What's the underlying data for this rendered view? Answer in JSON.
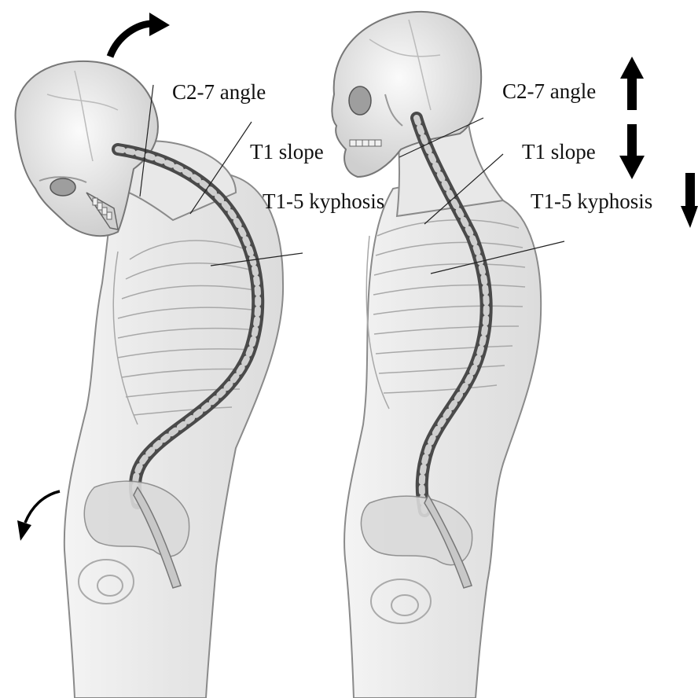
{
  "left_figure": {
    "labels": {
      "c2_7": "C2-7 angle",
      "t1_slope": "T1 slope",
      "t1_5": "T1-5 kyphosis"
    }
  },
  "right_figure": {
    "labels": {
      "c2_7": "C2-7 angle",
      "t1_slope": "T1 slope",
      "t1_5": "T1-5 kyphosis"
    }
  },
  "indicators": {
    "c2_7": "up-arrow-icon",
    "t1_slope": "down-arrow-icon",
    "t1_5": "down-arrow-icon"
  },
  "colors": {
    "body_fill": "#ececec",
    "body_stroke": "#7a7a7a",
    "bone_fill": "#d9d9d9",
    "bone_dark": "#4a4a4a",
    "line": "#222222",
    "text": "#111111"
  }
}
